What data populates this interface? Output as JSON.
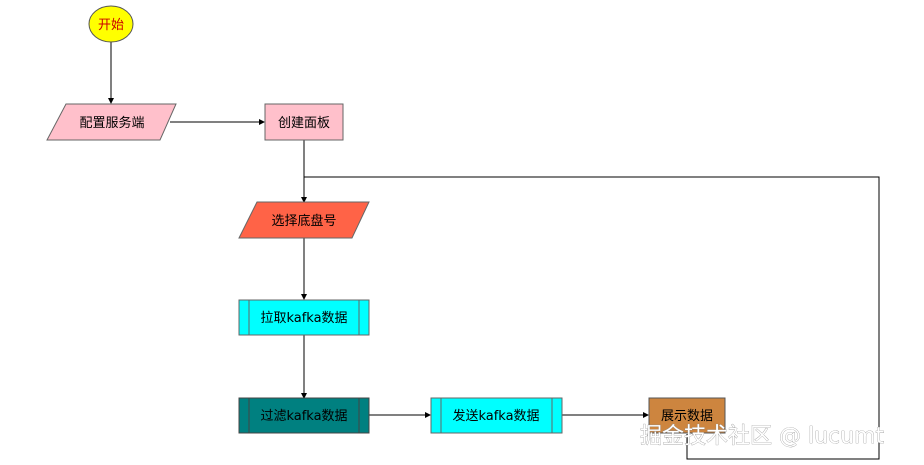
{
  "nodes": {
    "start": {
      "label": "开始",
      "fill": "#ffff00",
      "text_color": "#cc0000"
    },
    "config_server": {
      "label": "配置服务端",
      "fill": "#ffc0cb"
    },
    "create_panel": {
      "label": "创建面板",
      "fill": "#ffc0cb"
    },
    "select_chassis": {
      "label": "选择底盘号",
      "fill": "#ff6347"
    },
    "pull_kafka": {
      "label": "拉取kafka数据",
      "fill": "#00ffff"
    },
    "filter_kafka": {
      "label": "过滤kafka数据",
      "fill": "#008080"
    },
    "send_kafka": {
      "label": "发送kafka数据",
      "fill": "#00ffff"
    },
    "show_data": {
      "label": "展示数据",
      "fill": "#cd853f"
    }
  },
  "watermark": "掘金技术社区 @ lucumt"
}
